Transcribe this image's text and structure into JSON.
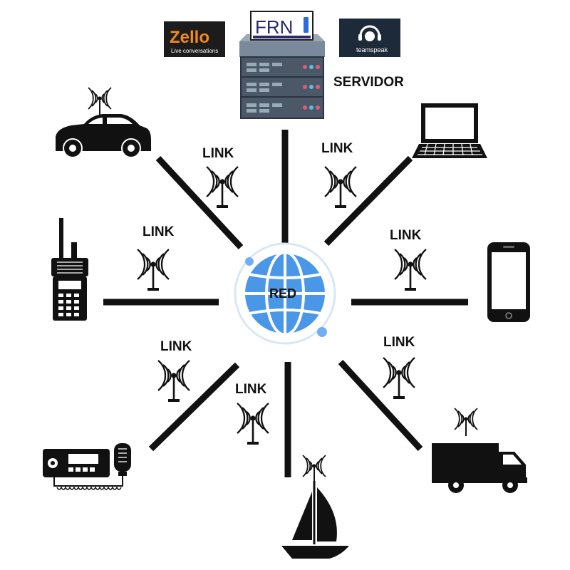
{
  "server": {
    "label": "SERVIDOR",
    "logos": {
      "zello": {
        "name": "Zello",
        "tagline": "Live conversations"
      },
      "frn": {
        "name": "FRN"
      },
      "teamspeak": {
        "name": "teamspeak"
      }
    }
  },
  "hub": {
    "label": "RED"
  },
  "links": [
    {
      "label": "LINK"
    },
    {
      "label": "LINK"
    },
    {
      "label": "LINK"
    },
    {
      "label": "LINK"
    },
    {
      "label": "LINK"
    },
    {
      "label": "LINK"
    },
    {
      "label": "LINK"
    }
  ],
  "nodes": [
    "server-icon",
    "laptop-icon",
    "smartphone-icon",
    "truck-icon",
    "sailboat-icon",
    "mobile-radio-icon",
    "handheld-radio-icon",
    "car-icon"
  ],
  "colors": {
    "hub": "#3f8fe6",
    "hub_light": "#6fb0f2",
    "line": "#111111",
    "logo_dark": "#1c1c1c",
    "teamspeak": "#1d2a3a"
  }
}
